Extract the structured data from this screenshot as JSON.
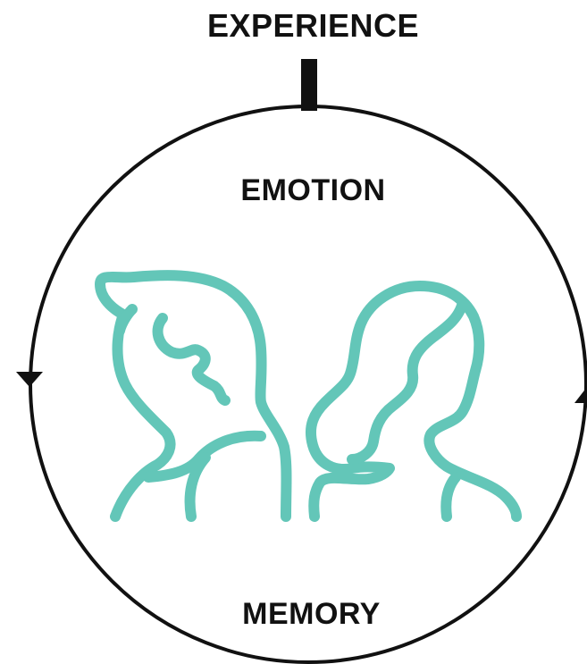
{
  "labels": {
    "experience": "EXPERIENCE",
    "emotion": "EMOTION",
    "memory": "MEMORY"
  },
  "colors": {
    "stroke": "#111111",
    "figure": "#63c6b8",
    "background": "#ffffff"
  },
  "icons": {
    "figures": "two-people-back-to-back-icon"
  }
}
